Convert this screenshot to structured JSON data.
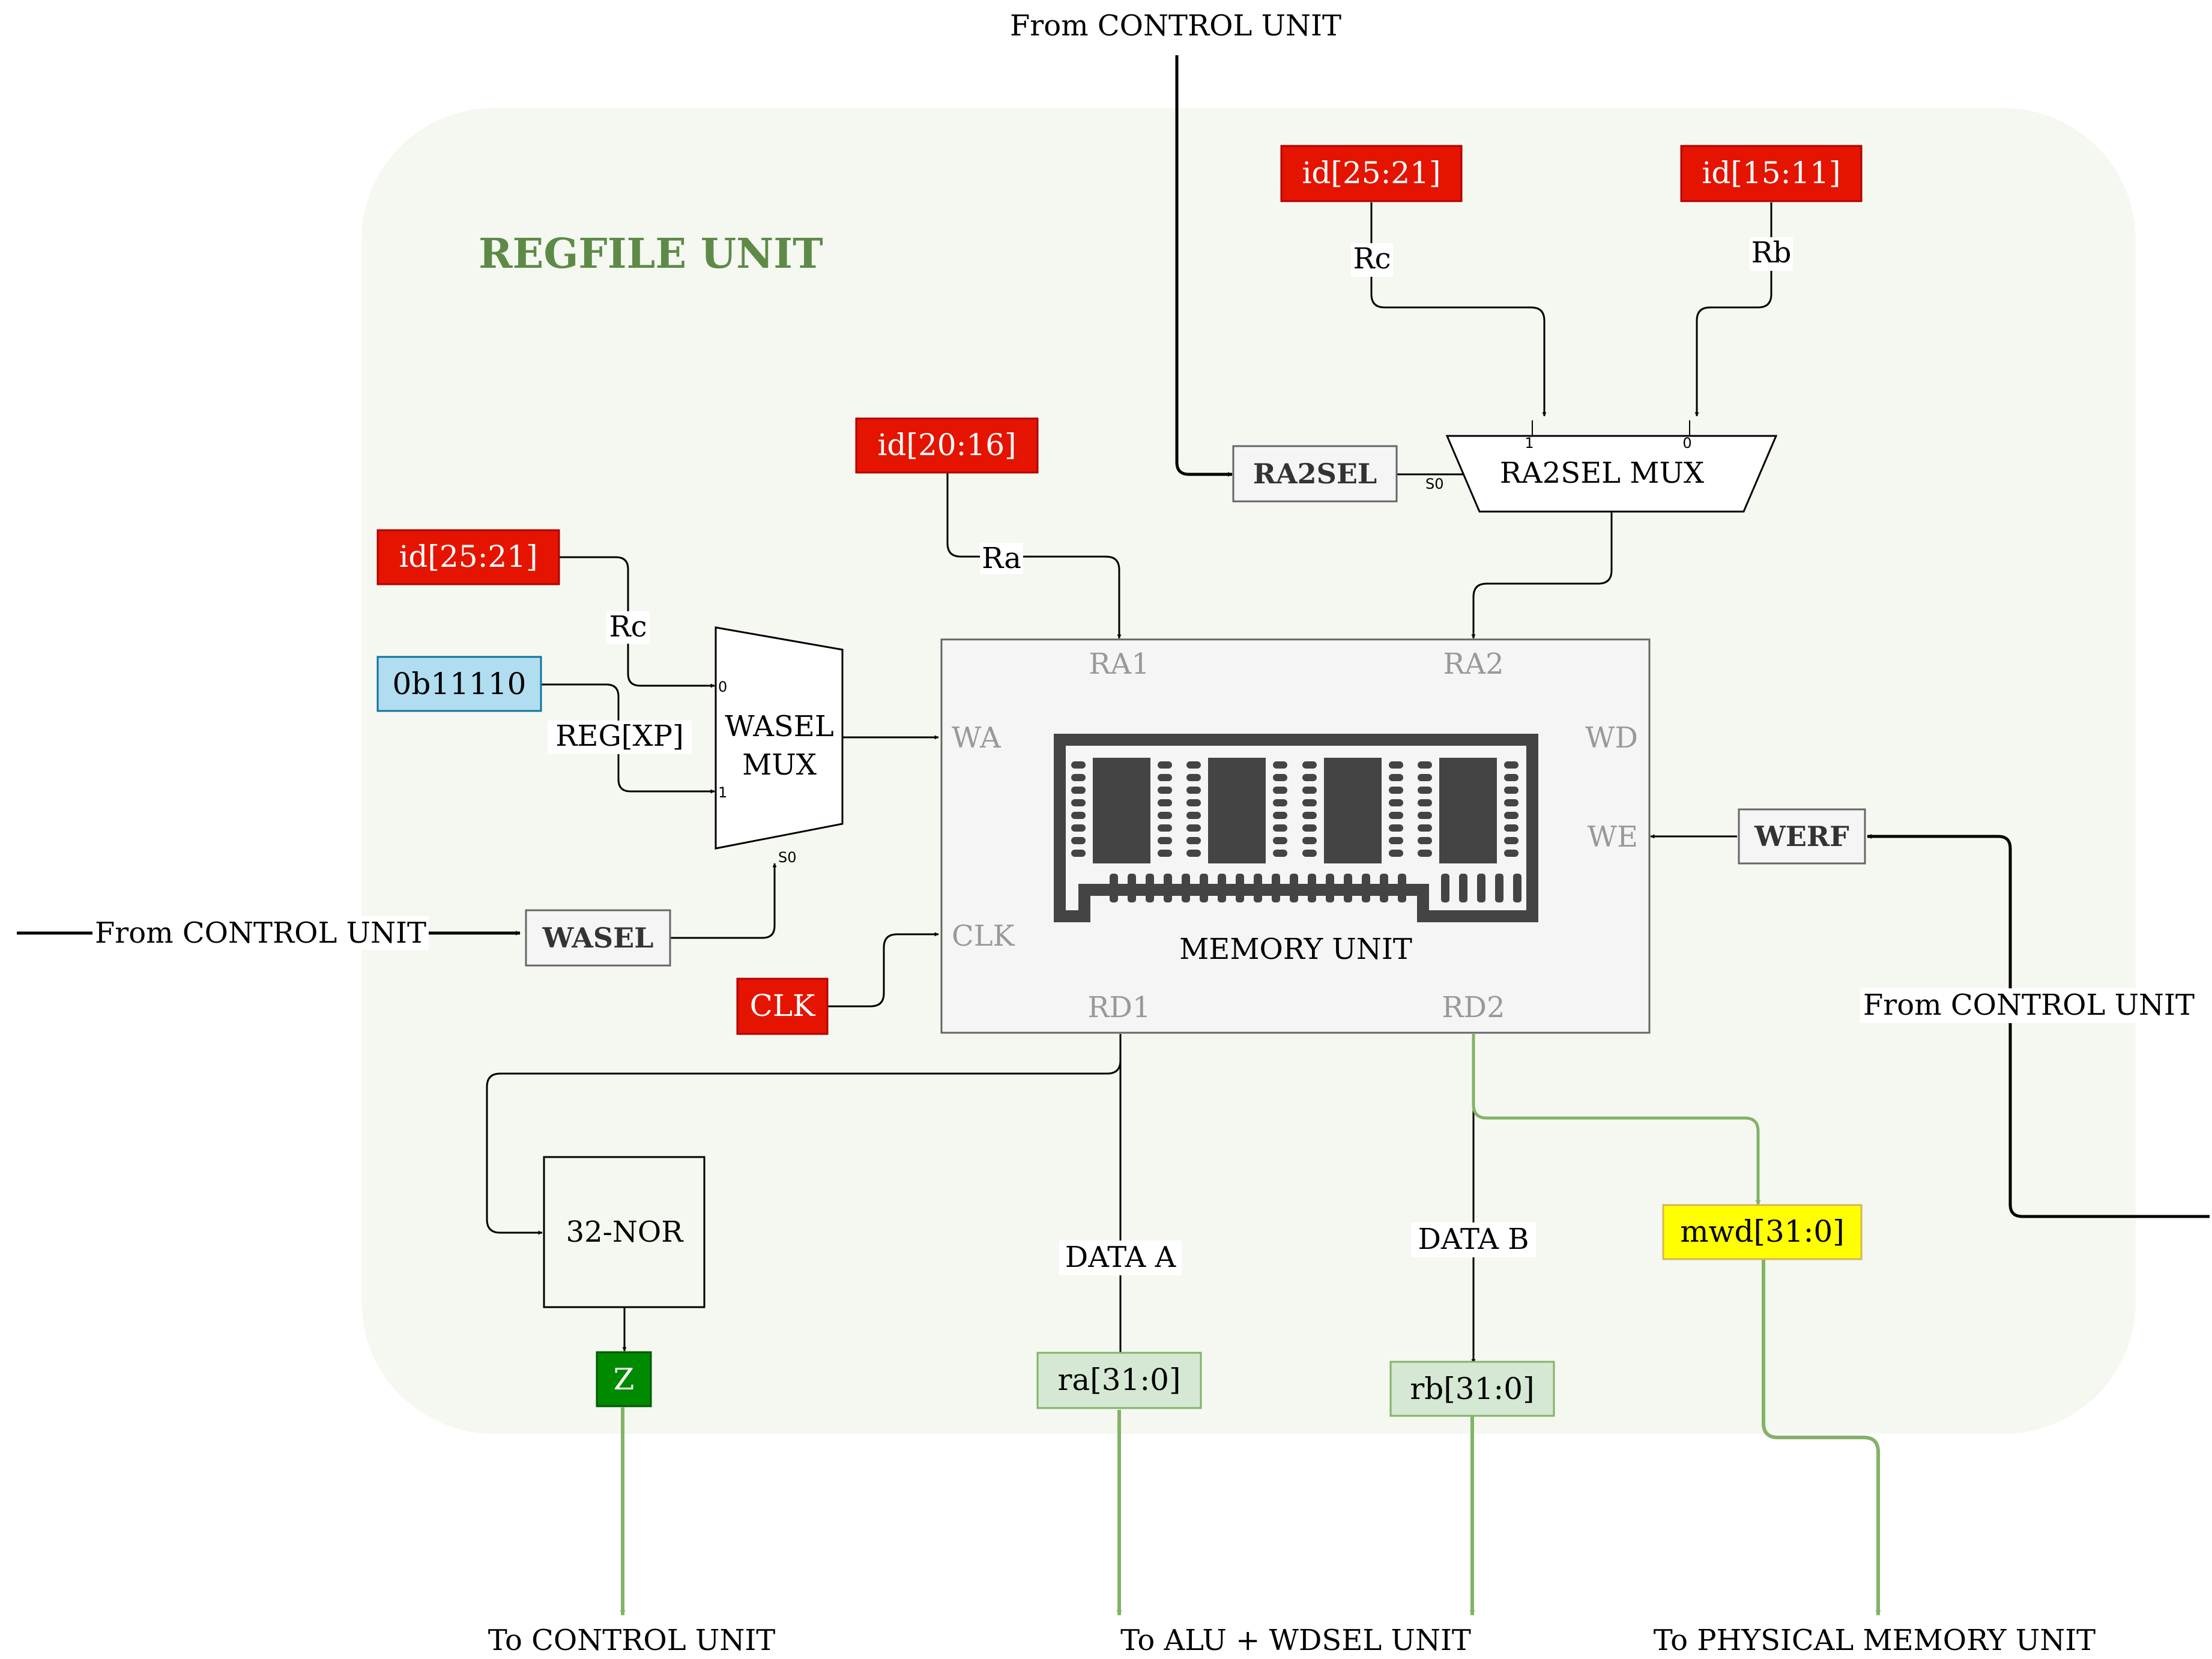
{
  "title": "REGFILE UNIT",
  "colors": {
    "background_panel": "#f4f8f1",
    "title_green": "#5e8a47",
    "signal_red": "#e51400",
    "signal_red_border": "#b20000",
    "constant_blue": "#b1ddf0",
    "constant_blue_border": "#10739e",
    "output_green_light": "#d5e8d4",
    "output_green_border": "#82b366",
    "z_green": "#008a00",
    "mwd_yellow": "#ffff00",
    "memory_gray": "#f5f5f5",
    "wire_green": "#82b366"
  },
  "inputs": {
    "id_25_21_top": "id[25:21]",
    "id_15_11": "id[15:11]",
    "id_20_16": "id[20:16]",
    "id_25_21_left": "id[25:21]",
    "const_xp": "0b11110",
    "clk": "CLK"
  },
  "wire_labels": {
    "rc_top": "Rc",
    "rb": "Rb",
    "ra": "Ra",
    "rc_left": "Rc",
    "reg_xp": "REG[XP]",
    "data_a": "DATA A",
    "data_b": "DATA B"
  },
  "control": {
    "ra2sel": "RA2SEL",
    "wasel": "WASEL",
    "werf": "WERF"
  },
  "mux": {
    "ra2sel_mux": "RA2SEL MUX",
    "wasel_mux_line1": "WASEL",
    "wasel_mux_line2": "MUX",
    "ra2_in1": "1",
    "ra2_in0": "0",
    "ra2_sel": "S0",
    "wa_in0": "0",
    "wa_in1": "1",
    "wa_sel": "S0"
  },
  "memory": {
    "label": "MEMORY UNIT",
    "icon": "memory-chip-icon",
    "ports": {
      "ra1": "RA1",
      "ra2": "RA2",
      "wa": "WA",
      "wd": "WD",
      "we": "WE",
      "clk": "CLK",
      "rd1": "RD1",
      "rd2": "RD2"
    }
  },
  "nor": "32-NOR",
  "outputs": {
    "z": "Z",
    "ra": "ra[31:0]",
    "rb": "rb[31:0]",
    "mwd": "mwd[31:0]"
  },
  "external": {
    "from_cu_top": "From CONTROL UNIT",
    "from_cu_left": "From CONTROL UNIT",
    "from_cu_right": "From CONTROL UNIT",
    "to_cu": "To CONTROL UNIT",
    "to_alu": "To ALU + WDSEL UNIT",
    "to_pmu": "To PHYSICAL MEMORY UNIT"
  }
}
